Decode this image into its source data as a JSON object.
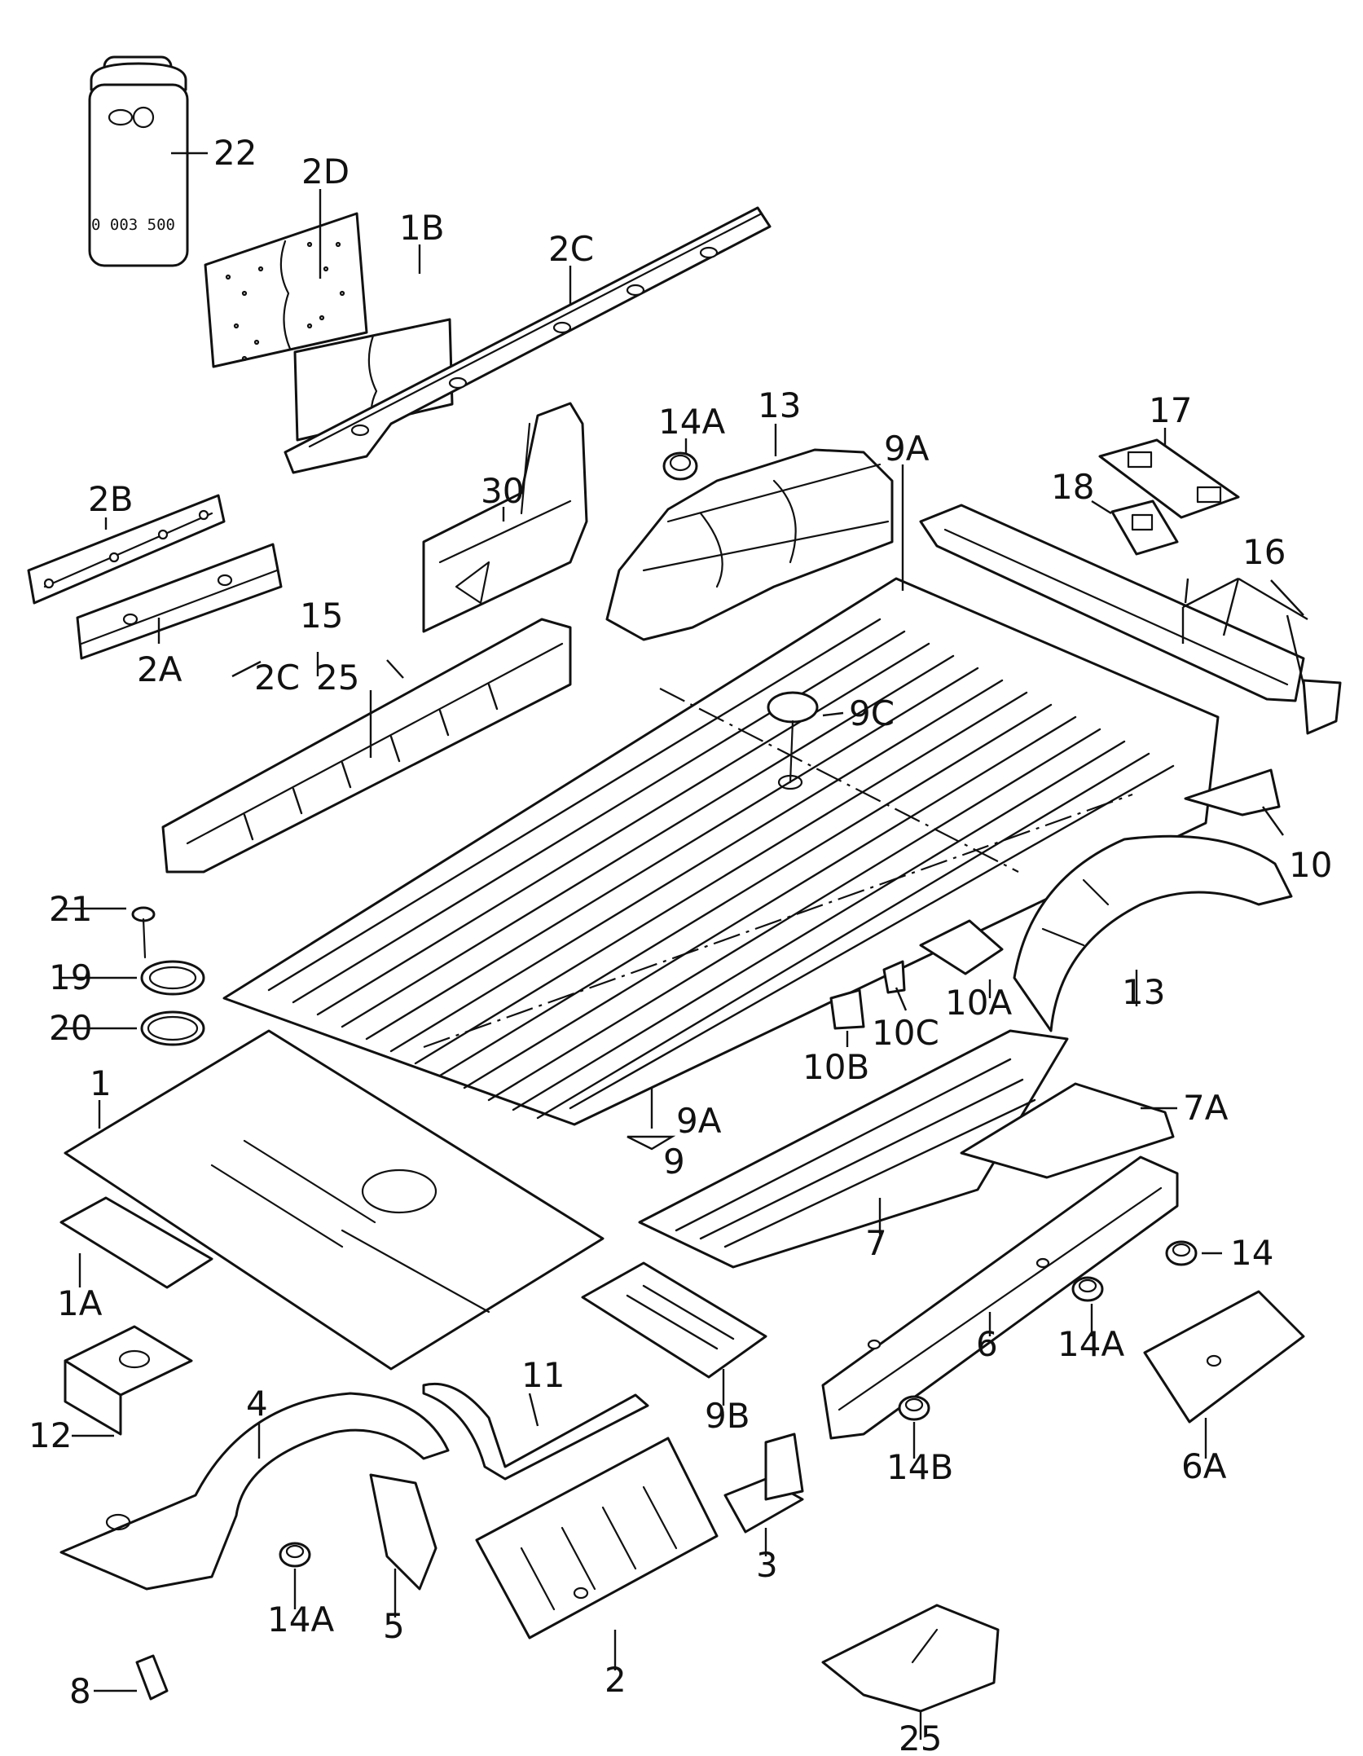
{
  "diagram": {
    "labels": {
      "22": "22",
      "2D": "2D",
      "1B": "1B",
      "2C": "2C",
      "2C_b": "2C",
      "14A_a": "14A",
      "13_a": "13",
      "9A_a": "9A",
      "17": "17",
      "18": "18",
      "16": "16",
      "2B": "2B",
      "2A": "2A",
      "30": "30",
      "15": "15",
      "25_a": "25",
      "9C": "9C",
      "10": "10",
      "21": "21",
      "19": "19",
      "20": "20",
      "13_b": "13",
      "10A": "10A",
      "10C": "10C",
      "10B": "10B",
      "1": "1",
      "9A_b": "9A",
      "9": "9",
      "7A": "7A",
      "7": "7",
      "14": "14",
      "1A": "1A",
      "6": "6",
      "14A_b": "14A",
      "12": "12",
      "4": "4",
      "11": "11",
      "9B": "9B",
      "6A": "6A",
      "14B": "14B",
      "3": "3",
      "5": "5",
      "14A_c": "14A",
      "2": "2",
      "8": "8",
      "25_b": "25"
    },
    "can_text": "0 003 500"
  }
}
